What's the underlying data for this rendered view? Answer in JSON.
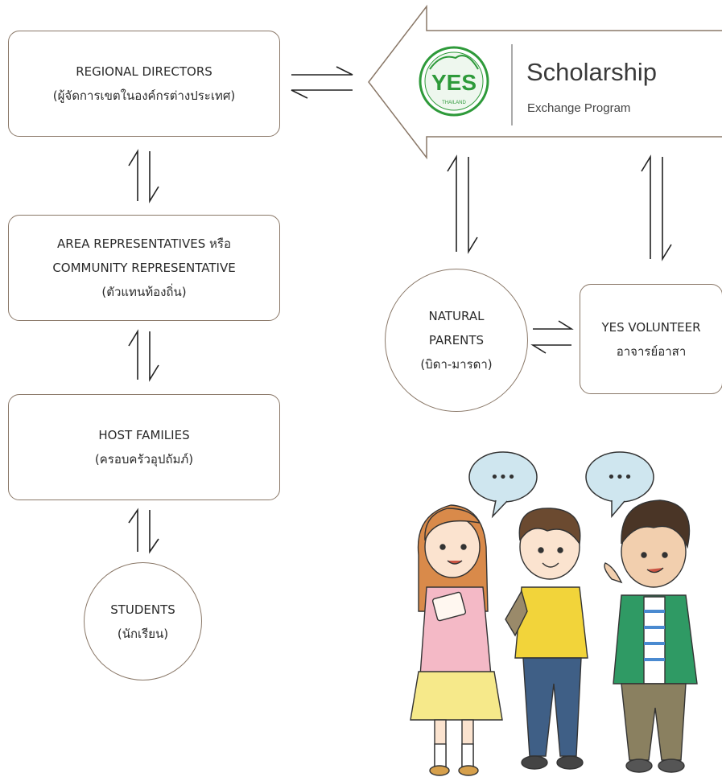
{
  "nodes": {
    "regional_directors": {
      "line1": "REGIONAL DIRECTORS",
      "line2": "(ผู้จัดการเขตในองค์กรต่างประเทศ)"
    },
    "area_representatives": {
      "line1": "AREA REPRESENTATIVES หรือ",
      "line2": "COMMUNITY REPRESENTATIVE",
      "line3": "(ตัวแทนท้องถิ่น)"
    },
    "host_families": {
      "line1": "HOST FAMILIES",
      "line2": "(ครอบครัวอุปถัมภ์)"
    },
    "students": {
      "line1": "STUDENTS",
      "line2": "(นักเรียน)"
    },
    "natural_parents": {
      "line1": "NATURAL",
      "line2": "PARENTS",
      "line3": "(บิดา-มารดา)"
    },
    "yes_volunteer": {
      "line1": "YES VOLUNTEER",
      "line2": "อาจารย์อาสา"
    }
  },
  "logo": {
    "badge_text": "YES",
    "badge_subtext": "THAILAND",
    "title": "Scholarship",
    "subtitle": "Exchange Program"
  },
  "colors": {
    "border": "#8a7868",
    "logo_green": "#2e9a3a",
    "text": "#2a2a2a"
  },
  "illustration": {
    "speech_bubble_text_1": "•••",
    "speech_bubble_text_2": "•••"
  }
}
